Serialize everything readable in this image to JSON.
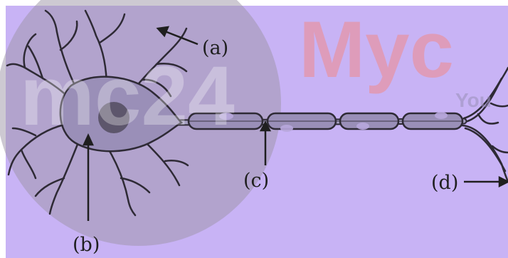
{
  "labels": {
    "a": "(a)",
    "b": "(b)",
    "c": "(c)",
    "d": "(d)"
  },
  "watermark": {
    "logo_text": "mc24",
    "brand_text": "Myc",
    "brand_sub": "You"
  },
  "colors": {
    "background": "#c8b3f5",
    "cell_body": "#9a8fb8",
    "nucleus": "#5d566c",
    "outline": "#2e2a35",
    "label": "#1f1f1f"
  }
}
